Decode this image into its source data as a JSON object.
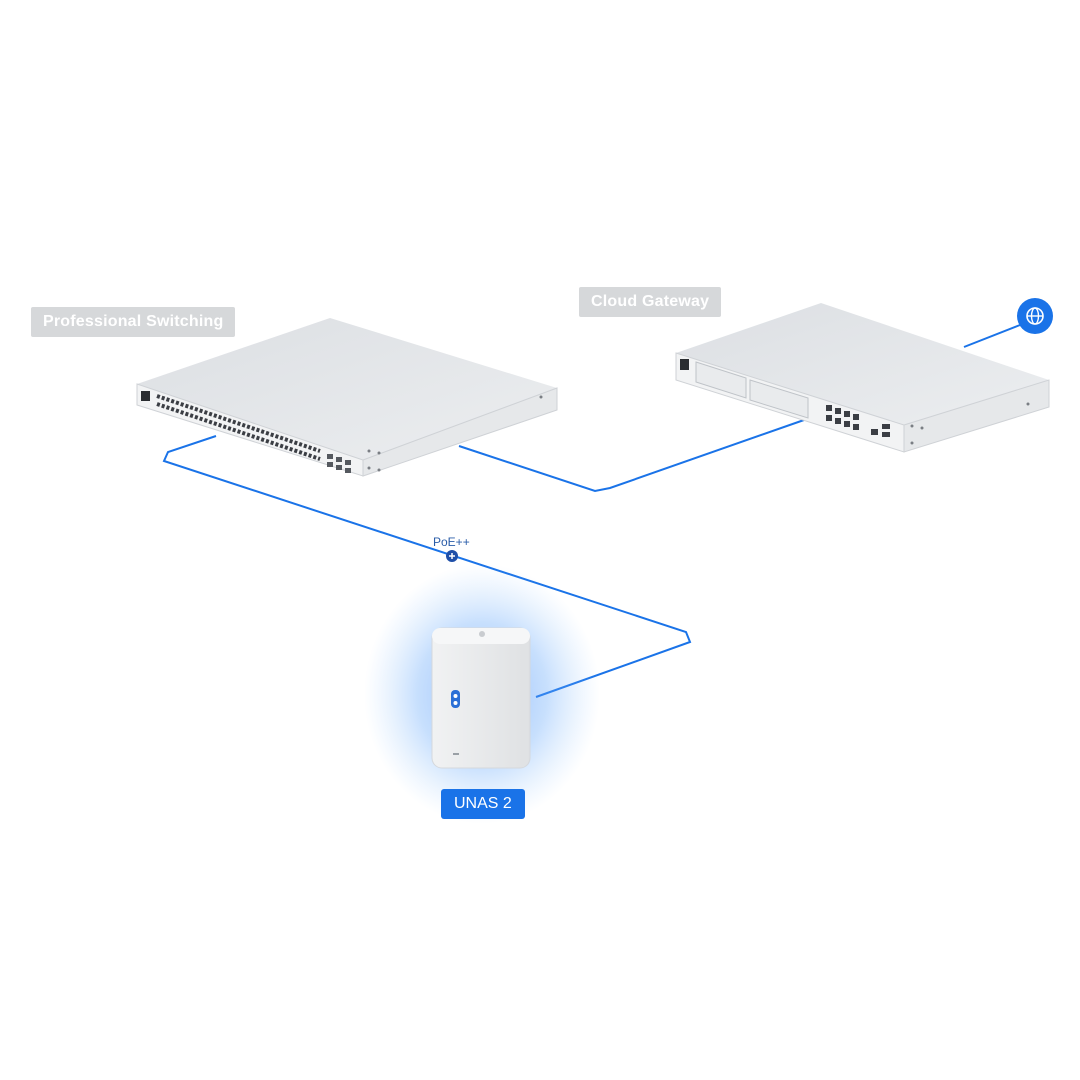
{
  "labels": {
    "switching": "Professional Switching",
    "gateway": "Cloud Gateway",
    "nas": "UNAS 2",
    "poe": "PoE++"
  },
  "colors": {
    "link": "#1a73e8",
    "nas_glow": "#3b82f6",
    "label_gray": "#d6d8da",
    "device_top": "#e4e6e9",
    "device_front": "#f2f3f4"
  },
  "icons": {
    "internet": "globe-icon",
    "poe_marker": "plus-dot-icon"
  }
}
